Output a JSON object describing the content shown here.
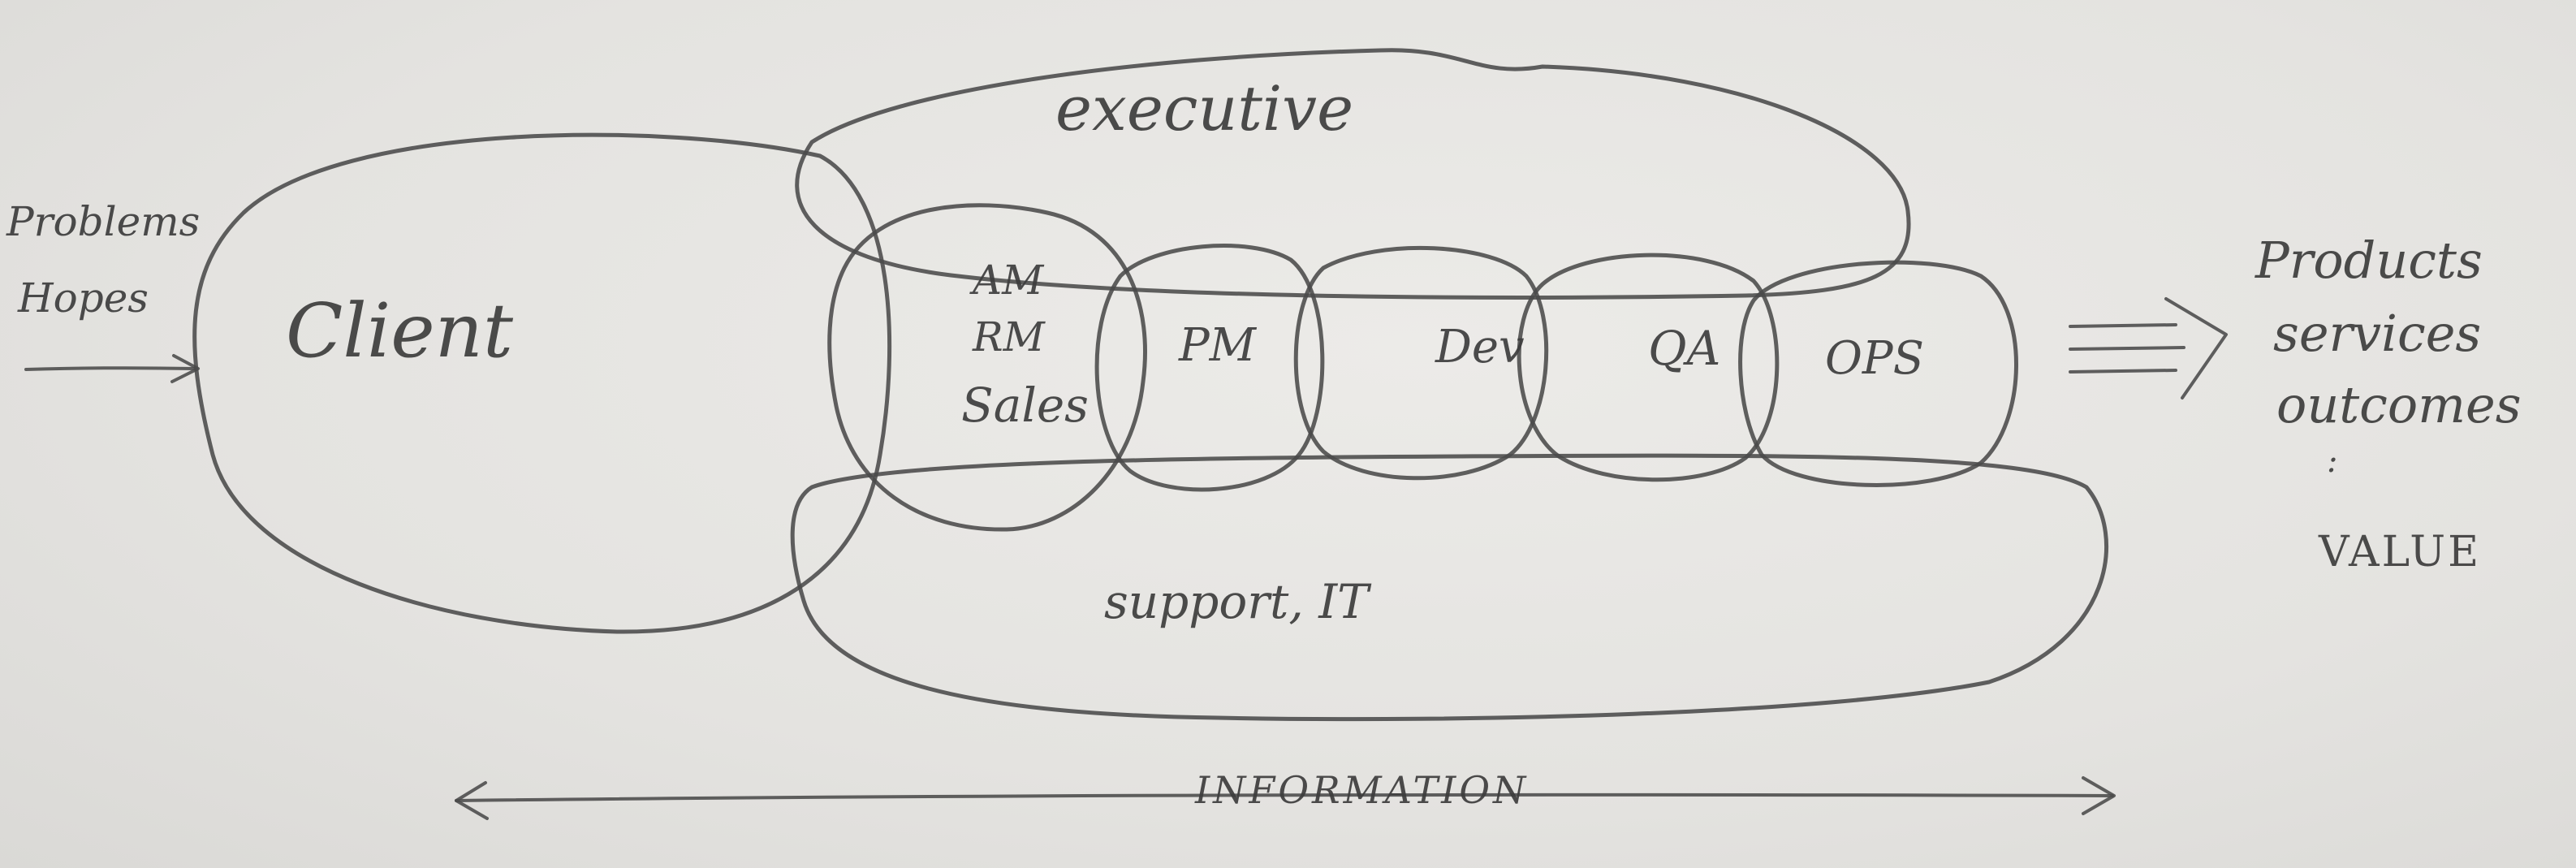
{
  "inputs": {
    "line1": "Problems",
    "line2": "Hopes"
  },
  "client": {
    "label": "Client"
  },
  "executive": {
    "label": "executive"
  },
  "team": {
    "account_roles": [
      "AM",
      "RM",
      "Sales"
    ],
    "pm": "PM",
    "dev": "Dev",
    "qa": "QA",
    "ops": "OPS"
  },
  "support": {
    "label": "support, IT"
  },
  "information": {
    "label": "INFORMATION"
  },
  "outputs": {
    "items": [
      "Products",
      "services",
      "outcomes"
    ],
    "ellipsis": ":",
    "value": "VALUE"
  }
}
